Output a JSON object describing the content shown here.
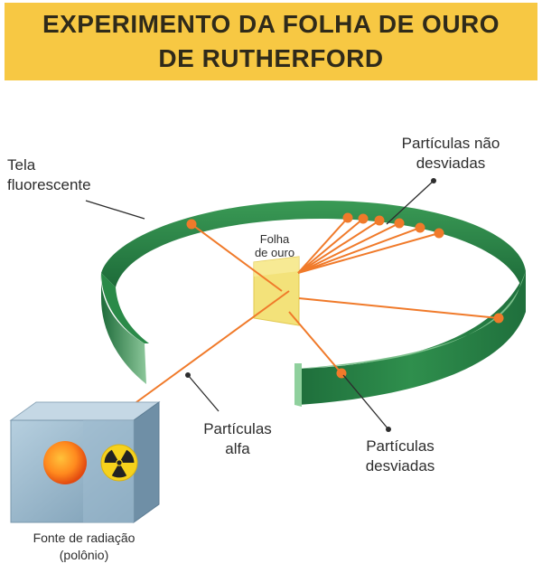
{
  "title": "EXPERIMENTO DA FOLHA DE OURO DE RUTHERFORD",
  "labels": {
    "screen": "Tela\nfluorescente",
    "undeflected": "Partículas não\ndesviadas",
    "foil": "Folha\nde ouro",
    "alpha": "Partículas\nalfa",
    "deflected": "Partículas\ndesviadas",
    "source": "Fonte de radiação\n(polônio)"
  },
  "colors": {
    "banner": "#f7c843",
    "ring_green": "#2e8b4b",
    "foil_gold": "#f3e27a",
    "particle": "#f07a2a",
    "box": "#8fb1c7"
  }
}
